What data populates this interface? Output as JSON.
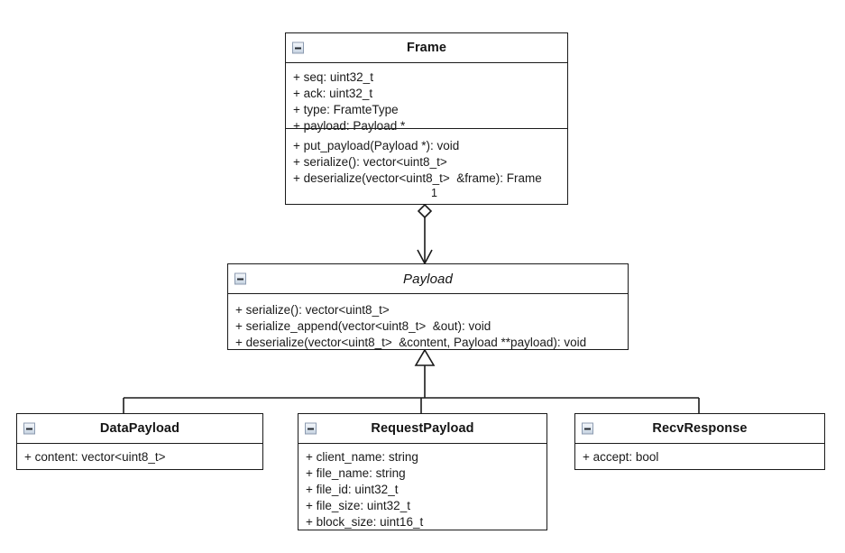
{
  "diagram": {
    "type": "uml-class-diagram",
    "background_color": "#ffffff",
    "line_color": "#1a1a1a",
    "text_color": "#1a1a1a"
  },
  "classes": {
    "frame": {
      "name": "Frame",
      "abstract": false,
      "collapse_icon": "minus-box-icon",
      "attributes": [
        "+ seq: uint32_t",
        "+ ack: uint32_t",
        "+ type: FramteType",
        "+ payload: Payload *"
      ],
      "operations": [
        "+ put_payload(Payload *): void",
        "+ serialize(): vector<uint8_t>",
        "+ deserialize(vector<uint8_t>  &frame): Frame"
      ]
    },
    "payload": {
      "name": "Payload",
      "abstract": true,
      "collapse_icon": "minus-box-icon",
      "attributes": [],
      "operations": [
        "+ serialize(): vector<uint8_t>",
        "+ serialize_append(vector<uint8_t>  &out): void",
        "+ deserialize(vector<uint8_t>  &content, Payload **payload): void"
      ]
    },
    "data_payload": {
      "name": "DataPayload",
      "abstract": false,
      "collapse_icon": "minus-box-icon",
      "attributes": [
        "+ content: vector<uint8_t>"
      ],
      "operations": []
    },
    "request_payload": {
      "name": "RequestPayload",
      "abstract": false,
      "collapse_icon": "minus-box-icon",
      "attributes": [
        "+ client_name: string",
        "+ file_name: string",
        "+ file_id: uint32_t",
        "+ file_size: uint32_t",
        "+ block_size: uint16_t"
      ],
      "operations": []
    },
    "recv_response": {
      "name": "RecvResponse",
      "abstract": false,
      "collapse_icon": "minus-box-icon",
      "attributes": [
        "+ accept: bool"
      ],
      "operations": []
    }
  },
  "relationships": {
    "frame_payload": {
      "kind": "aggregation",
      "source": "Frame",
      "target": "Payload",
      "source_multiplicity": "1",
      "source_decoration": "hollow-diamond",
      "target_decoration": "open-arrow"
    },
    "generalizations": {
      "kind": "generalization",
      "target": "Payload",
      "target_decoration": "hollow-triangle",
      "sources": [
        "DataPayload",
        "RequestPayload",
        "RecvResponse"
      ]
    }
  }
}
